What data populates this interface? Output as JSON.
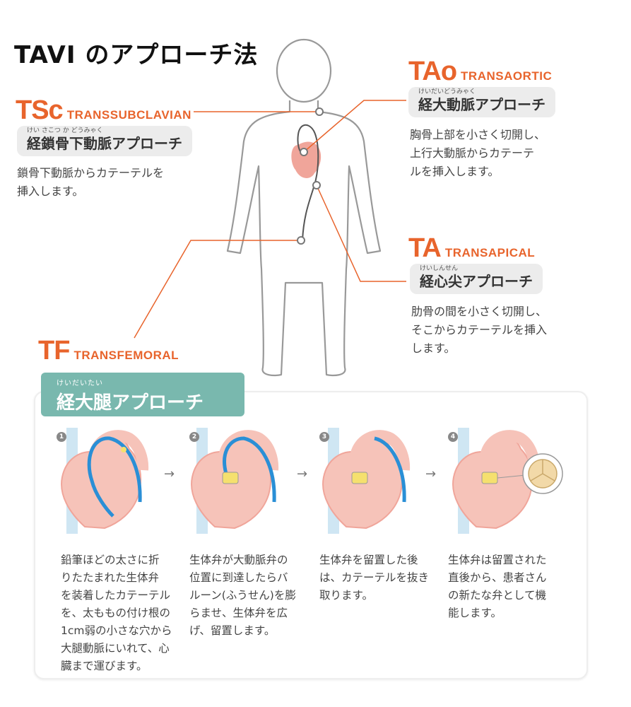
{
  "title": "TAVI のアプローチ法",
  "approaches": {
    "tsc": {
      "code": "TSc",
      "english": "TRANSSUBCLAVIAN",
      "ruby": "けい さこつ か どうみゃく",
      "name": "経鎖骨下動脈アプローチ",
      "desc": [
        "鎖骨下動脈からカテーテルを",
        "挿入します。"
      ]
    },
    "tao": {
      "code": "TAo",
      "english": "TRANSAORTIC",
      "ruby": "けいだいどうみゃく",
      "name": "経大動脈アプローチ",
      "desc": [
        "胸骨上部を小さく切開し、",
        "上行大動脈からカテーテ",
        "ルを挿入します。"
      ]
    },
    "ta": {
      "code": "TA",
      "english": "TRANSAPICAL",
      "ruby": "けいしんせん",
      "name": "経心尖アプローチ",
      "desc": [
        "肋骨の間を小さく切開し、",
        "そこからカテーテルを挿入",
        "します。"
      ]
    },
    "tf": {
      "code": "TF",
      "english": "TRANSFEMORAL",
      "ruby": "けいだいたい",
      "name": "経大腿アプローチ"
    }
  },
  "steps": [
    {
      "num": "1",
      "desc": [
        "鉛筆ほどの太さに折",
        "りたたまれた生体弁",
        "を装着したカテーテル",
        "を、太ももの付け根の",
        "1cm弱の小さな穴から",
        "大腿動脈にいれて、心",
        "臓まで運びます。"
      ]
    },
    {
      "num": "2",
      "desc": [
        "生体弁が大動脈弁の",
        "位置に到達したらバ",
        "ルーン(ふうせん)を膨",
        "らませ、生体弁を広",
        "げ、留置します。"
      ]
    },
    {
      "num": "3",
      "desc": [
        "生体弁を留置した後",
        "は、カテーテルを抜き",
        "取ります。"
      ]
    },
    {
      "num": "4",
      "desc": [
        "生体弁は留置された",
        "直後から、患者さん",
        "の新たな弁として機",
        "能します。"
      ]
    }
  ],
  "arrow_glyph": "→",
  "colors": {
    "accent": "#e8642c",
    "teal": "#79b8ae",
    "heart": "#f0a59a",
    "catheter_blue": "#2a8fd6",
    "body_outline": "#999999"
  }
}
